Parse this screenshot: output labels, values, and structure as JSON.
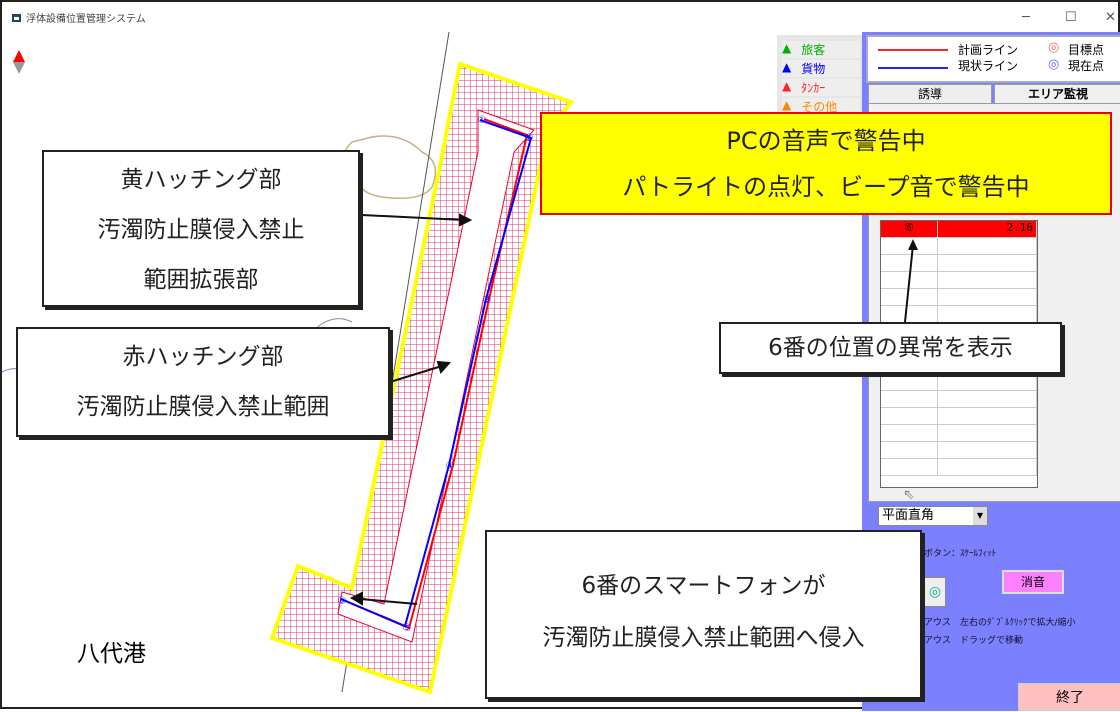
{
  "window": {
    "title": "浮体設備位置管理システム",
    "minimize": "─",
    "maximize": "☐",
    "close": "✕"
  },
  "map": {
    "harbor_name": "八代港",
    "points": [
      "①",
      "②",
      "③",
      "④",
      "⑤",
      "⑥"
    ]
  },
  "legend": {
    "categories": [
      {
        "label": "旅客",
        "color": "#00b000"
      },
      {
        "label": "貨物",
        "color": "#0000ff"
      },
      {
        "label": "ﾀﾝｶｰ",
        "color": "#ff2020"
      },
      {
        "label": "その他",
        "color": "#ff8000"
      }
    ],
    "plan_line": "計画ライン",
    "current_line": "現状ライン",
    "target_point": "目標点",
    "current_point": "現在点"
  },
  "tabs": [
    {
      "label": "誘導",
      "active": false
    },
    {
      "label": "エリア監視",
      "active": true
    }
  ],
  "table": {
    "rows": [
      {
        "id": "⑥",
        "value": "2.16",
        "alert": true
      }
    ]
  },
  "controls": {
    "projection": "平面直角",
    "scale_hint": "ボタン：ｽｹｰﾙﾌｨｯﾄ",
    "mouse_hint1": "アウス　左右のﾀﾞﾌﾞﾙｸﾘｯｸで拡大/縮小",
    "mouse_hint2": "アウス　ドラッグで移動",
    "mute": "消音",
    "quit": "終了"
  },
  "annotations": {
    "yellow_hatch": [
      "黄ハッチング部",
      "汚濁防止膜侵入禁止",
      "範囲拡張部"
    ],
    "red_hatch": [
      "赤ハッチング部",
      "汚濁防止膜侵入禁止範囲"
    ],
    "alert": [
      "PCの音声で警告中",
      "パトライトの点灯、ビープ音で警告中"
    ],
    "anomaly": "6番の位置の異常を表示",
    "intrusion": [
      "6番のスマートフォンが",
      "汚濁防止膜侵入禁止範囲へ侵入"
    ]
  }
}
